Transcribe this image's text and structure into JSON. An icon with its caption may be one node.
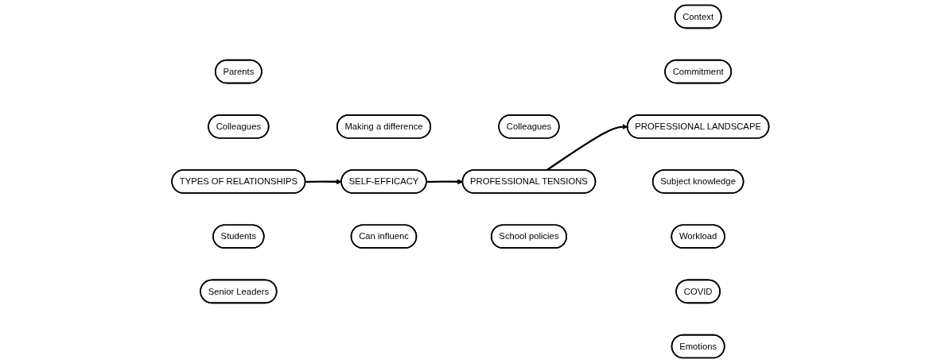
{
  "diagram": {
    "nodes": [
      {
        "text": [
          "Parents"
        ]
      },
      {
        "text": [
          "Colleagues"
        ]
      },
      {
        "text": [
          "Making a difference"
        ]
      },
      {
        "text": [
          "Colleagues"
        ]
      },
      {
        "text": [
          "Context"
        ]
      },
      {
        "text": [
          "Commitment"
        ]
      },
      {
        "text": [
          "TYPES OF RELATIONSHIPS"
        ]
      },
      {
        "text": [
          "SELF-EFFICACY"
        ]
      },
      {
        "text": [
          "PROFESSIONAL TENSIONS"
        ]
      },
      {
        "text": [
          "PROFESSIONAL LANDSCAPE"
        ]
      },
      {
        "text": [
          "Students"
        ]
      },
      {
        "text": [
          "Senior Leaders"
        ]
      },
      {
        "text": [
          "Can influenc"
        ]
      },
      {
        "text": [
          "School policies"
        ]
      },
      {
        "text": [
          "Subject knowledge"
        ]
      },
      {
        "text": [
          "Workload"
        ]
      },
      {
        "text": [
          "COVID"
        ]
      },
      {
        "text": [
          "Emotions"
        ]
      }
    ],
    "edges": [
      {
        "from": 6,
        "to": 7,
        "arrow": "to"
      },
      {
        "from": 7,
        "to": 8,
        "arrow": "to"
      },
      {
        "from": 8,
        "to": 9,
        "arrow": "to"
      }
    ]
  }
}
